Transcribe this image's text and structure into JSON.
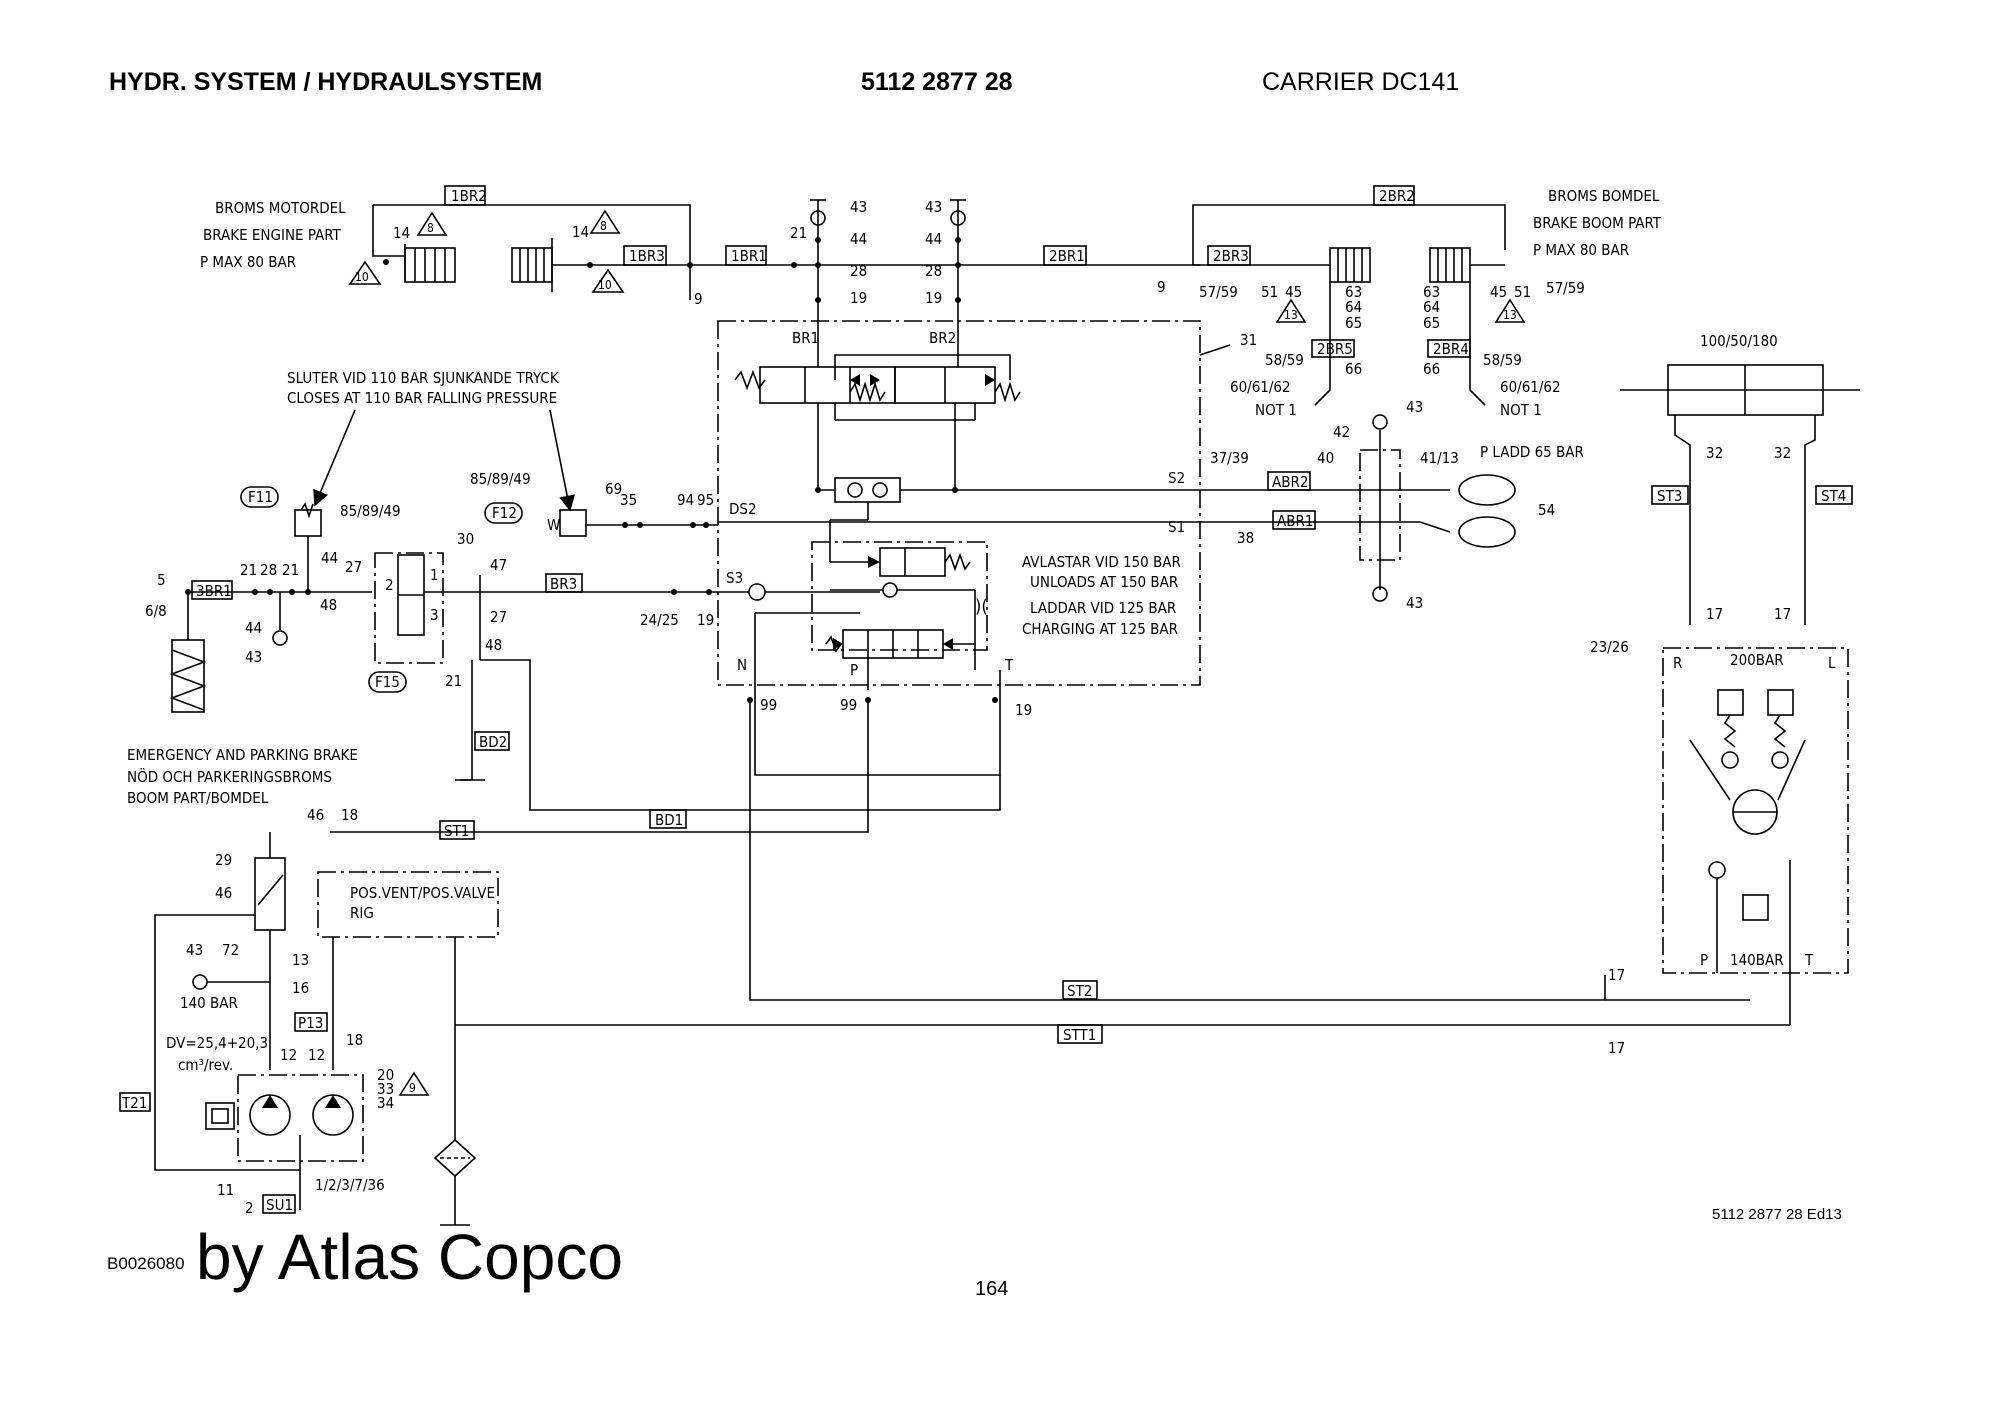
{
  "header": {
    "title": "HYDR. SYSTEM / HYDRAULSYSTEM",
    "part_no": "5112 2877 28",
    "model": "CARRIER DC141"
  },
  "notes": {
    "broms_motordel": [
      "BROMS MOTORDEL",
      "BRAKE ENGINE PART",
      "P MAX 80 BAR"
    ],
    "broms_bomdel": [
      "BROMS BOMDEL",
      "BRAKE BOOM PART",
      "P MAX 80 BAR"
    ],
    "sluter": [
      "SLUTER VID 110 BAR SJUNKANDE TRYCK",
      "CLOSES AT 110 BAR FALLING PRESSURE"
    ],
    "avlastar": [
      "AVLASTAR VID 150 BAR",
      "UNLOADS AT 150 BAR",
      "LADDAR VID 125 BAR",
      "CHARGING AT 125 BAR"
    ],
    "emergency": [
      "EMERGENCY AND PARKING BRAKE",
      "NÖD OCH PARKERINGSBROMS",
      "BOOM PART/BOMDEL"
    ],
    "pos_valve": [
      "POS.VENT/POS.VALVE",
      "RIG"
    ],
    "pump_disp": [
      "DV=25,4+20,3",
      "cm³/rev."
    ],
    "p_ladd": "P LADD 65 BAR",
    "motor_ratio": "100/50/180",
    "bar200": "200BAR",
    "bar140": "140BAR",
    "bar140b": "140 BAR"
  },
  "line_tags": {
    "br2_1": "1BR2",
    "br3_1": "1BR3",
    "br1_1": "1BR1",
    "br1_2": "2BR1",
    "br2_2": "2BR2",
    "br3_2": "2BR3",
    "br5_2": "2BR5",
    "br4_2": "2BR4",
    "br1_3": "3BR1",
    "br3": "BR3",
    "bd2": "BD2",
    "bd1": "BD1",
    "st1": "ST1",
    "st2": "ST2",
    "stt1": "STT1",
    "st3": "ST3",
    "st4": "ST4",
    "abr2": "ABR2",
    "abr1": "ABR1",
    "p13": "P13",
    "t21": "T21",
    "su1": "SU1",
    "f11": "F11",
    "f12": "F12",
    "f15": "F15"
  },
  "item_numbers": {
    "n43": "43",
    "n44": "44",
    "n28": "28",
    "n19": "19",
    "n21": "21",
    "n9": "9",
    "n14": "14",
    "n8": "8",
    "n10": "10",
    "n13": "13",
    "n57_59": "57/59",
    "n51": "51",
    "n45": "45",
    "n63": "63",
    "n64": "64",
    "n65": "65",
    "n58_59": "58/59",
    "n66": "66",
    "n60": "60/61/62",
    "not1": "NOT 1",
    "n31": "31",
    "br1": "BR1",
    "br2": "BR2",
    "s1": "S1",
    "s2": "S2",
    "s3": "S3",
    "ds2": "DS2",
    "n37": "37/39",
    "n38": "38",
    "n40": "40",
    "n41": "41/13",
    "n42": "42",
    "n54": "54",
    "n85": "85/89/49",
    "n69": "69",
    "n35": "35",
    "n94": "94",
    "n95": "95",
    "n30": "30",
    "n27": "27",
    "n47": "47",
    "n2": "2",
    "n1": "1",
    "n3": "3",
    "n24": "24/25",
    "n48": "48",
    "n5": "5",
    "n6": "6/8",
    "n99": "99",
    "nN": "N",
    "nP": "P",
    "nT": "T",
    "n46": "46",
    "n18": "18",
    "n29": "29",
    "n72": "72",
    "n16": "16",
    "n12": "12",
    "n20": "20",
    "n33": "33",
    "n34": "34",
    "n9b": "9",
    "n11": "11",
    "n2b": "2",
    "n1_36": "1/2/3/7/36",
    "n17": "17",
    "n32": "32",
    "n23": "23/26",
    "nR": "R",
    "nL": "L"
  },
  "footer": {
    "drawing_ref": "5112 2877 28 Ed13",
    "image_code": "B0026080",
    "brand": "by Atlas Copco",
    "page": "164"
  }
}
